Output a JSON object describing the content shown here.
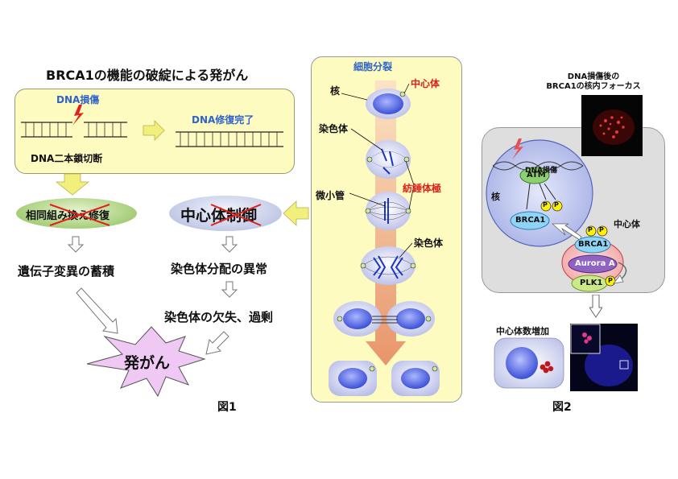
{
  "fig1": {
    "title": "BRCA1の機能の破綻による発がん",
    "dna_damage": "DNA損傷",
    "dna_repair_done": "DNA修復完了",
    "dsb": "DNA二本鎖切断",
    "homologous_repair": "相同組み換え修復",
    "centrosome_control": "中心体制御",
    "mutation_accumulation": "遺伝子変異の蓄積",
    "chromosome_missegregation": "染色体分配の異常",
    "chromosome_loss_gain": "染色体の欠失、過剰",
    "cancer": "発がん",
    "caption": "図1",
    "cell_division": {
      "title": "細胞分裂",
      "nucleus": "核",
      "centrosome": "中心体",
      "chromosome_1": "染色体",
      "microtubule": "微小管",
      "spindle_pole": "紡錘体極",
      "chromosome_2": "染色体"
    }
  },
  "fig2": {
    "foci_label_line1": "DNA損傷後の",
    "foci_label_line2": "BRCA1の核内フォーカス",
    "dna_damage": "DNA損傷",
    "atm": "ATM",
    "p": "P",
    "brca1_nuclear": "BRCA1",
    "nucleus": "核",
    "centrosome": "中心体",
    "brca1_centrosome": "BRCA1",
    "aurora_a": "Aurora A",
    "plk1": "PLK1",
    "centrosome_amplification": "中心体数増加",
    "caption": "図2"
  },
  "colors": {
    "accent_blue": "#2f63c8",
    "accent_red": "#e0201a",
    "panel_yellow": "#fdfbc0",
    "arrow_yellow": "#f2f07c",
    "burst_pink": "#f0c8f4"
  }
}
